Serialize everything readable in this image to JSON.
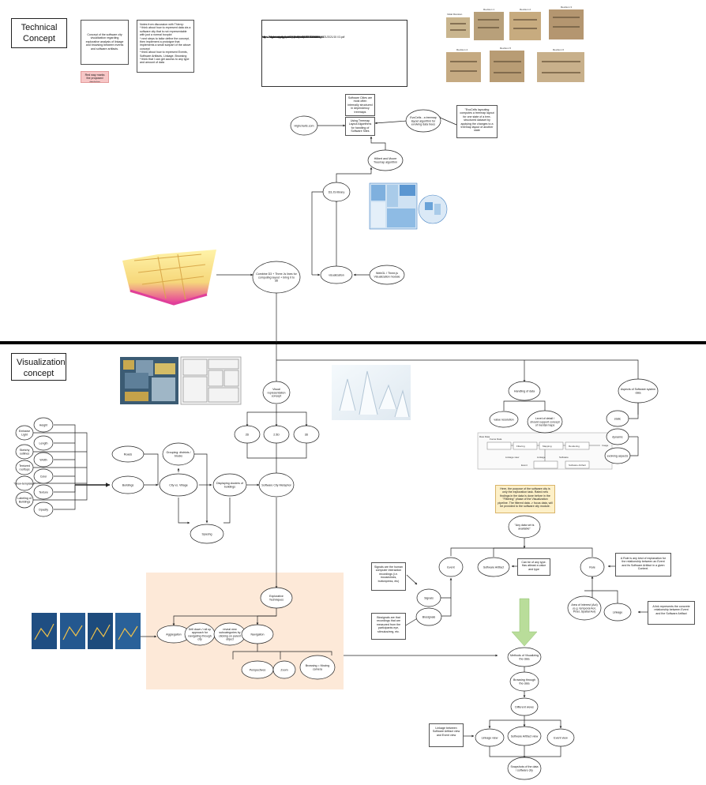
{
  "sections": {
    "technical_title": "Technical\nConcept",
    "visualization_title": "Visualization\nconcept"
  },
  "notes": {
    "concept_note": "Concept of the software city visualization regarding explorative analysis of linkage and browsing between events and software artifacts.",
    "discussion_note": "Notes from discussion with Thierry:\n* think about how to represent data via a software city that is not representable with just a normal boxplot\n* next steps to tailor define the concept, then implement a prototype that implements a small subpart of the above concept\n* think about how to represent Events, Software Artifacts, Linkage, Browsing\n* think that I can get access to any type and amount of data",
    "red_note": "Red way marks the proposed decision",
    "links": [
      "https://lapiaticlanalytics.com/publications/2016/IlllPP.pdf",
      "https://dlgib.acy.org/datastream/handle/10.23 l/dcms20/21/2021/15 l l3.pdf",
      "https://d.acm.org/doi/pdf/10.1145/3400286.3426521",
      "https://searcialdaily.com/D-d3/treemap/2?rstetoi-tick",
      "https://observablehq.com/@analyst/2020/d3-treemap"
    ],
    "city_cells_note": "Software Cities are most often internally structured in dependency treemaps",
    "evocells_note": "\"EvoCells layouting computes a treemap layout for one state of a tree-structured dataset by applying the changes to a treemap layout of another state",
    "purpose_note": "Here, the purpose of the software city is only the exploration task. Rated new findings in the data is done before in the \"Filtering\" phase of the Visualization pipeline. The filtered data -> focus data, will be provided to the software city module.",
    "signals_note": "Signals are the human computer interaction recordings (i.e. mouseclicks, buttonpress, etc)",
    "biosignals_note": "Biosignals are that recordings that are measured from the participants eye, stimulus/eeg, etc.",
    "any_type_note": "Can be of any type. Has atleast a value and type",
    "rule_note": "A Rule is any kind of explanation for the relationship between an Event and its Software Artifact in a given Context.",
    "link_note": "A link represents the concrete relationship between Event and the Software Artifact",
    "linkage_note": "Linkage between Software Artifact view and Event view"
  },
  "thumbs": {
    "labels": [
      "Initial Revision",
      "Revision 1",
      "Revision 2",
      "Revision 3",
      "Revision 4",
      "Revision 5",
      "Revision 6"
    ]
  },
  "tech_nodes": {
    "highcharts": "Highcharts.com",
    "treemap_box": "Using Treemap Layout Algorithms for handling of Software Sites",
    "evocells": "EvoCells - a treemap layout algorithm for evolving data trees",
    "hilbert": "Hilbert and Moore Treemap algorithm",
    "d3": "D3.JS library",
    "combine": "Combine D3 + Three Js lines for computing layout + bring it to 3D",
    "visualization": "visualization",
    "webgl": "WebGL / Three.js Visualization module"
  },
  "vis_nodes": {
    "visual_rep": "Visual representation concept",
    "d2": "2D",
    "d25": "2.5D",
    "d3": "3D",
    "handling": "Handling of data",
    "aspects": "Aspects of Software system data",
    "value_resolution": "value resolution",
    "level_of_detail": "Level of detail / should support concept of mental maps",
    "static": "static",
    "dynamic": "dynamic",
    "evolving": "evolving aspects",
    "height": "Height",
    "emissive": "Emissive Light",
    "length": "Length",
    "sketchy": "Sketchy outlines",
    "width": "Width",
    "textured": "Textured rooftops",
    "color": "Color",
    "glow": "\"Glow-templates\"",
    "texture": "Texture",
    "labeling": "Labeling of Buildings",
    "opacity": "Opacity",
    "roads": "Roads",
    "grouping": "Grouping: districts / blocks",
    "buildings": "Buildings",
    "city_village": "City  vs. Village",
    "displaying_clusters": "Displaying clusters of buildings",
    "metaphor": "Software City Metaphor",
    "spacing": "Spacing",
    "explorative": "Explorative Techniques",
    "aggregation": "Aggregation",
    "drill_down": "Drill down / roll up approach for navigating through city",
    "reveal": "reveal new subcategories by clicking on parent object",
    "navigation": "Navigation",
    "perspectives": "Perspectives",
    "zoom": "Zoom",
    "browsing_moving": "Browsing = Moving camera",
    "any_data": "\"Any data set is available\"",
    "event": "Event",
    "software_artifact": "Software Artifact",
    "rule": "Rule",
    "signals": "Signals",
    "biosignals": "Biosignals",
    "area_of_interest": "Area of Interest (AoI) (e.g. temporal AoI, Pixel, Spatial AoI)",
    "linkage": "Linkage",
    "methods": "Methods of Visualizing the data",
    "browsing_data": "Browsing through the data",
    "different_views": "Different views",
    "linkage_view": "Linkage view",
    "sa_view": "Software Artifact view",
    "event_view": "Event view",
    "snapshots": "Snapshots of the data / software city"
  },
  "pipeline": {
    "labels": [
      "Raw Data",
      "Focus Data",
      "Filtering",
      "Mapping",
      "Rendering",
      "Image",
      "Linkage",
      "Software",
      "Linkage view",
      "Event",
      "Software Artifact"
    ]
  },
  "colors": {
    "orange_region": "#fde9d8",
    "yellow_note": "#fdf0c8",
    "red_note": "#f7c6c6",
    "green_arrow": "#b9dd9a",
    "divider": "#000000"
  }
}
